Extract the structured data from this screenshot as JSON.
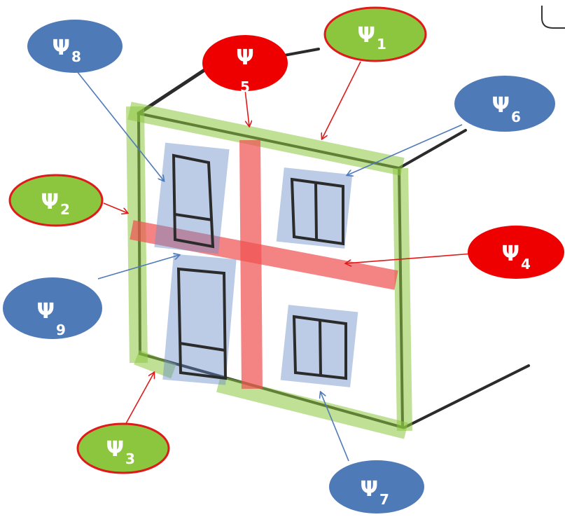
{
  "labels": [
    {
      "id": "psi8",
      "symbol": "Ψ",
      "sub": "8",
      "kind": "blue"
    },
    {
      "id": "psi5",
      "symbol": "Ψ",
      "sub": "5",
      "kind": "red"
    },
    {
      "id": "psi1",
      "symbol": "Ψ",
      "sub": "1",
      "kind": "green"
    },
    {
      "id": "psi6",
      "symbol": "Ψ",
      "sub": "6",
      "kind": "blue"
    },
    {
      "id": "psi2",
      "symbol": "Ψ",
      "sub": "2",
      "kind": "green"
    },
    {
      "id": "psi4",
      "symbol": "Ψ",
      "sub": "4",
      "kind": "red"
    },
    {
      "id": "psi9",
      "symbol": "Ψ",
      "sub": "9",
      "kind": "blue"
    },
    {
      "id": "psi3",
      "symbol": "Ψ",
      "sub": "3",
      "kind": "green"
    },
    {
      "id": "psi7",
      "symbol": "Ψ",
      "sub": "7",
      "kind": "blue"
    }
  ],
  "colors": {
    "blue_fill": "#4f7ab8",
    "red_fill": "#ee0000",
    "green_fill": "#8cc63f",
    "green_border": "#e01a1a",
    "facade_green": "#8cc63f",
    "split_red": "#f05050",
    "window_blue": "#6b8fc9",
    "sketch_line": "#2b2b2b"
  }
}
